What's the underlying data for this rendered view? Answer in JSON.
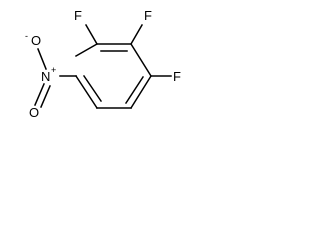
{
  "molecule": {
    "atoms": {
      "f_c2": "F",
      "f_c3": "F",
      "f_c4": "F",
      "nitro_n": "N",
      "nitro_o_top": "O",
      "nitro_o_bottom": "O"
    },
    "charges": {
      "nitro_n": "+",
      "nitro_o_top": "-"
    }
  },
  "colors": {
    "background": "#ffffff",
    "ink": "#000000"
  }
}
